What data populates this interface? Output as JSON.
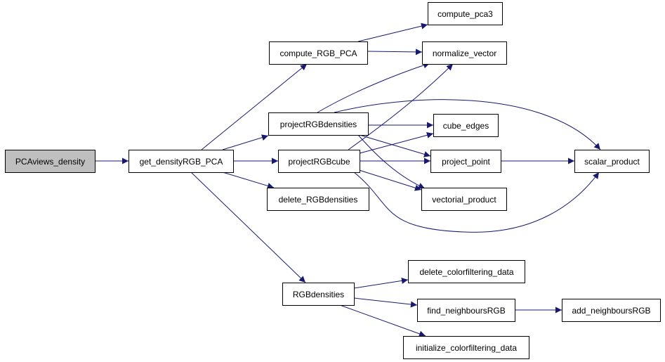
{
  "colors": {
    "edge": "#191970",
    "node_border": "#000000",
    "node_fill": "#ffffff",
    "root_fill": "#bfbfbf"
  },
  "nodes": {
    "pcaviews_density": {
      "label": "PCAviews_density"
    },
    "get_densityRGB_PCA": {
      "label": "get_densityRGB_PCA"
    },
    "compute_RGB_PCA": {
      "label": "compute_RGB_PCA"
    },
    "compute_pca3": {
      "label": "compute_pca3"
    },
    "normalize_vector": {
      "label": "normalize_vector"
    },
    "projectRGBdensities": {
      "label": "projectRGBdensities"
    },
    "cube_edges": {
      "label": "cube_edges"
    },
    "projectRGBcube": {
      "label": "projectRGBcube"
    },
    "project_point": {
      "label": "project_point"
    },
    "scalar_product": {
      "label": "scalar_product"
    },
    "delete_RGBdensities": {
      "label": "delete_RGBdensities"
    },
    "vectorial_product": {
      "label": "vectorial_product"
    },
    "RGBdensities": {
      "label": "RGBdensities"
    },
    "delete_colorfiltering_data": {
      "label": "delete_colorfiltering_data"
    },
    "find_neighboursRGB": {
      "label": "find_neighboursRGB"
    },
    "add_neighboursRGB": {
      "label": "add_neighboursRGB"
    },
    "initialize_colorfiltering_data": {
      "label": "initialize_colorfiltering_data"
    }
  },
  "edges": [
    [
      "pcaviews_density",
      "get_densityRGB_PCA"
    ],
    [
      "get_densityRGB_PCA",
      "compute_RGB_PCA"
    ],
    [
      "get_densityRGB_PCA",
      "projectRGBdensities"
    ],
    [
      "get_densityRGB_PCA",
      "projectRGBcube"
    ],
    [
      "get_densityRGB_PCA",
      "delete_RGBdensities"
    ],
    [
      "get_densityRGB_PCA",
      "RGBdensities"
    ],
    [
      "compute_RGB_PCA",
      "compute_pca3"
    ],
    [
      "compute_RGB_PCA",
      "normalize_vector"
    ],
    [
      "projectRGBdensities",
      "normalize_vector"
    ],
    [
      "projectRGBdensities",
      "scalar_product"
    ],
    [
      "projectRGBdensities",
      "cube_edges"
    ],
    [
      "projectRGBdensities",
      "project_point"
    ],
    [
      "projectRGBdensities",
      "vectorial_product"
    ],
    [
      "projectRGBcube",
      "normalize_vector"
    ],
    [
      "projectRGBcube",
      "cube_edges"
    ],
    [
      "projectRGBcube",
      "project_point"
    ],
    [
      "projectRGBcube",
      "vectorial_product"
    ],
    [
      "projectRGBcube",
      "scalar_product"
    ],
    [
      "project_point",
      "scalar_product"
    ],
    [
      "RGBdensities",
      "delete_colorfiltering_data"
    ],
    [
      "RGBdensities",
      "find_neighboursRGB"
    ],
    [
      "RGBdensities",
      "initialize_colorfiltering_data"
    ],
    [
      "find_neighboursRGB",
      "add_neighboursRGB"
    ]
  ]
}
